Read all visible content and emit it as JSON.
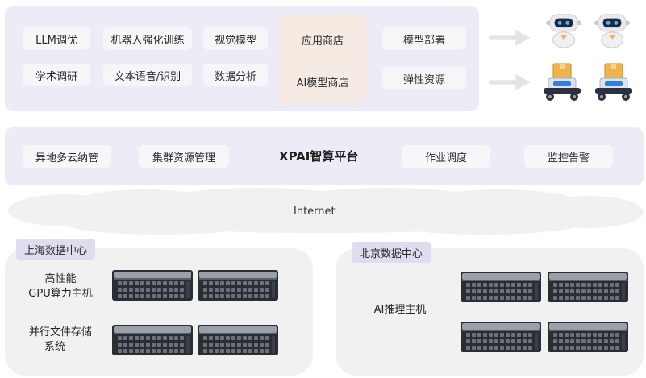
{
  "apps": {
    "llm": "LLM调优",
    "rl": "机器人强化训练",
    "vision": "视觉模型",
    "academic": "学术调研",
    "speech": "文本语音/识别",
    "data": "数据分析",
    "store_title": "应用商店",
    "ai_store": "AI模型商店",
    "deploy": "模型部署",
    "elastic": "弹性资源"
  },
  "platform": {
    "multi_cloud": "异地多云纳管",
    "cluster": "集群资源管理",
    "title": "XPAI智算平台",
    "scheduling": "作业调度",
    "monitoring": "监控告警"
  },
  "network": {
    "label": "Internet"
  },
  "shanghai": {
    "tag": "上海数据中心",
    "gpu_line1": "高性能",
    "gpu_line2": "GPU算力主机",
    "storage_line1": "并行文件存储",
    "storage_line2": "系统"
  },
  "beijing": {
    "tag": "北京数据中心",
    "inference": "AI推理主机"
  },
  "colors": {
    "panel": "#ecebf6",
    "store": "#f5ebe3",
    "datacenter": "#f1f1f2",
    "tag": "#dedcee",
    "robot_accent": "#2f7fe0",
    "box": "#f0b44c"
  }
}
